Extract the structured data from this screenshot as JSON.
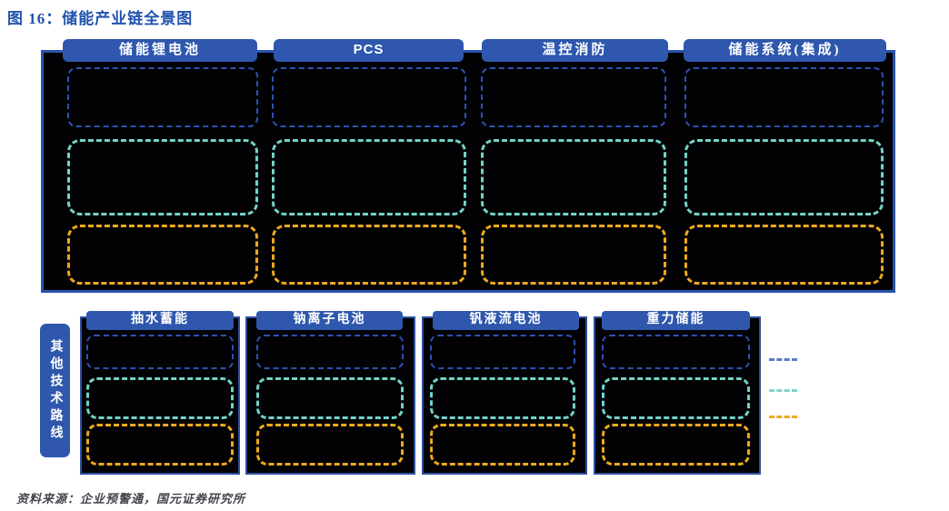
{
  "title": "图 16：储能产业链全景图",
  "source": "资料来源：企业预警通，国元证券研究所",
  "top_chain": {
    "columns": [
      {
        "label": "储能锂电池"
      },
      {
        "label": "PCS"
      },
      {
        "label": "温控消防"
      },
      {
        "label": "储能系统(集成)"
      }
    ],
    "tiers": [
      {
        "name": "tier-1",
        "dash_color": "#2d52b3"
      },
      {
        "name": "tier-2",
        "dash_color": "#73d2c8"
      },
      {
        "name": "tier-3",
        "dash_color": "#eda91e"
      }
    ],
    "note": "content boxes are redacted (solid black fill, no visible text)"
  },
  "other_routes": {
    "tab_label": "其他技术路线",
    "columns": [
      {
        "label": "抽水蓄能"
      },
      {
        "label": "钠离子电池"
      },
      {
        "label": "钒液流电池"
      },
      {
        "label": "重力储能"
      }
    ]
  },
  "legend": {
    "items": [
      {
        "name": "blue-dashed-line",
        "color": "#5a7bcc"
      },
      {
        "name": "teal-dashed-line",
        "color": "#7fd5ca"
      },
      {
        "name": "orange-dashed-line",
        "color": "#edaa1e"
      }
    ]
  },
  "colors": {
    "title_text": "#2153ac",
    "header_fill": "#2e57ad",
    "container_border": "#2a52ae",
    "panel_fill": "#020204",
    "tier1_dash": "#2d52b3",
    "tier2_dash": "#73d2c8",
    "tier3_dash": "#eda91e",
    "source_text": "#44444c"
  }
}
